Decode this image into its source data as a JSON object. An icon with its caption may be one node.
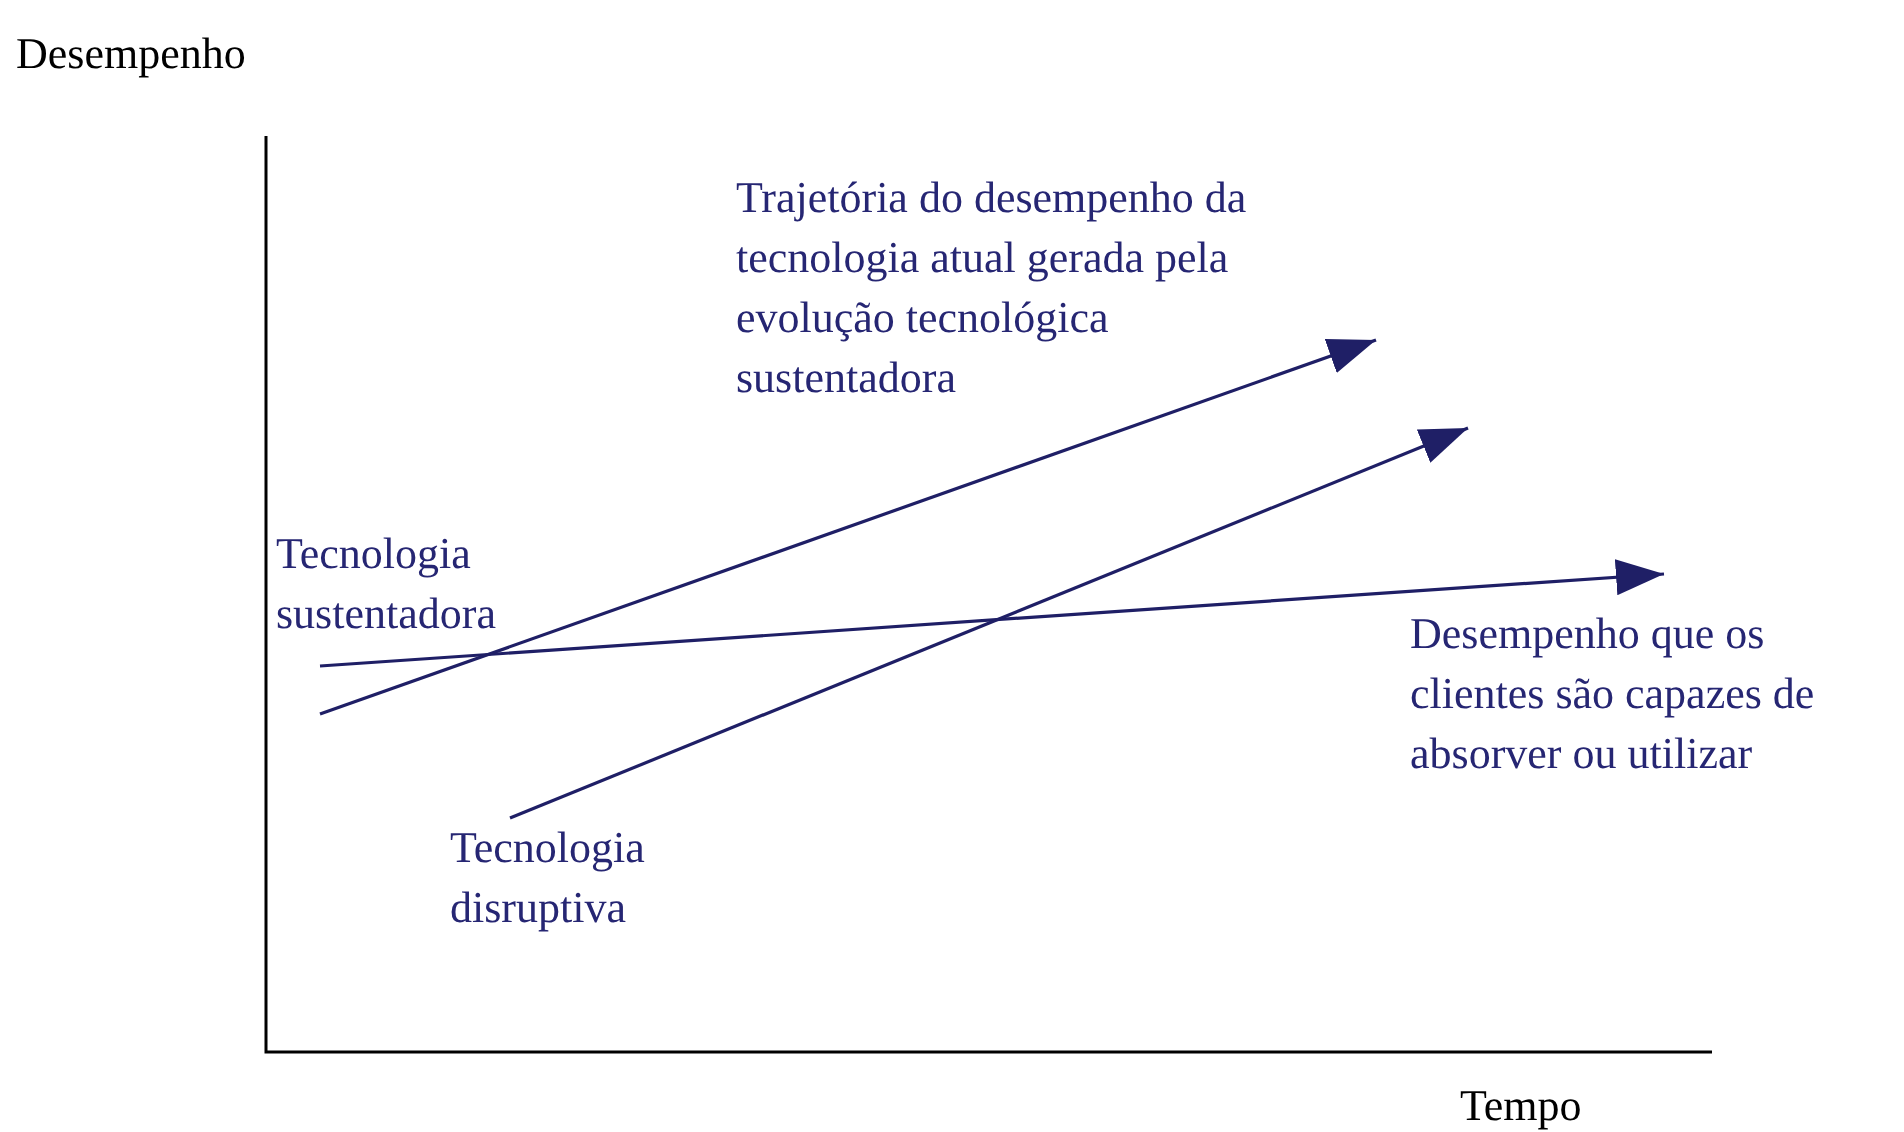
{
  "diagram": {
    "nodes": [
      {
        "text": [
          "Trajetória do desempenho da tecnologia atual gerada pela evolução tecnológica sustentadora"
        ]
      },
      {
        "text": [
          "Tecnologia sustentadora"
        ]
      },
      {
        "text": [
          "Desempenho que os clientes são capazes de absorver ou utilizar"
        ]
      },
      {
        "text": [
          "Tecnologia disruptiva"
        ]
      }
    ],
    "edges": [
      {
        "from": 1,
        "to": 0,
        "arrow": "to"
      },
      {
        "from": 1,
        "to": 2,
        "arrow": "to"
      },
      {
        "from": 3,
        "to": null,
        "arrow": "to"
      }
    ],
    "labels": [
      "Desempenho",
      "Tempo"
    ]
  }
}
